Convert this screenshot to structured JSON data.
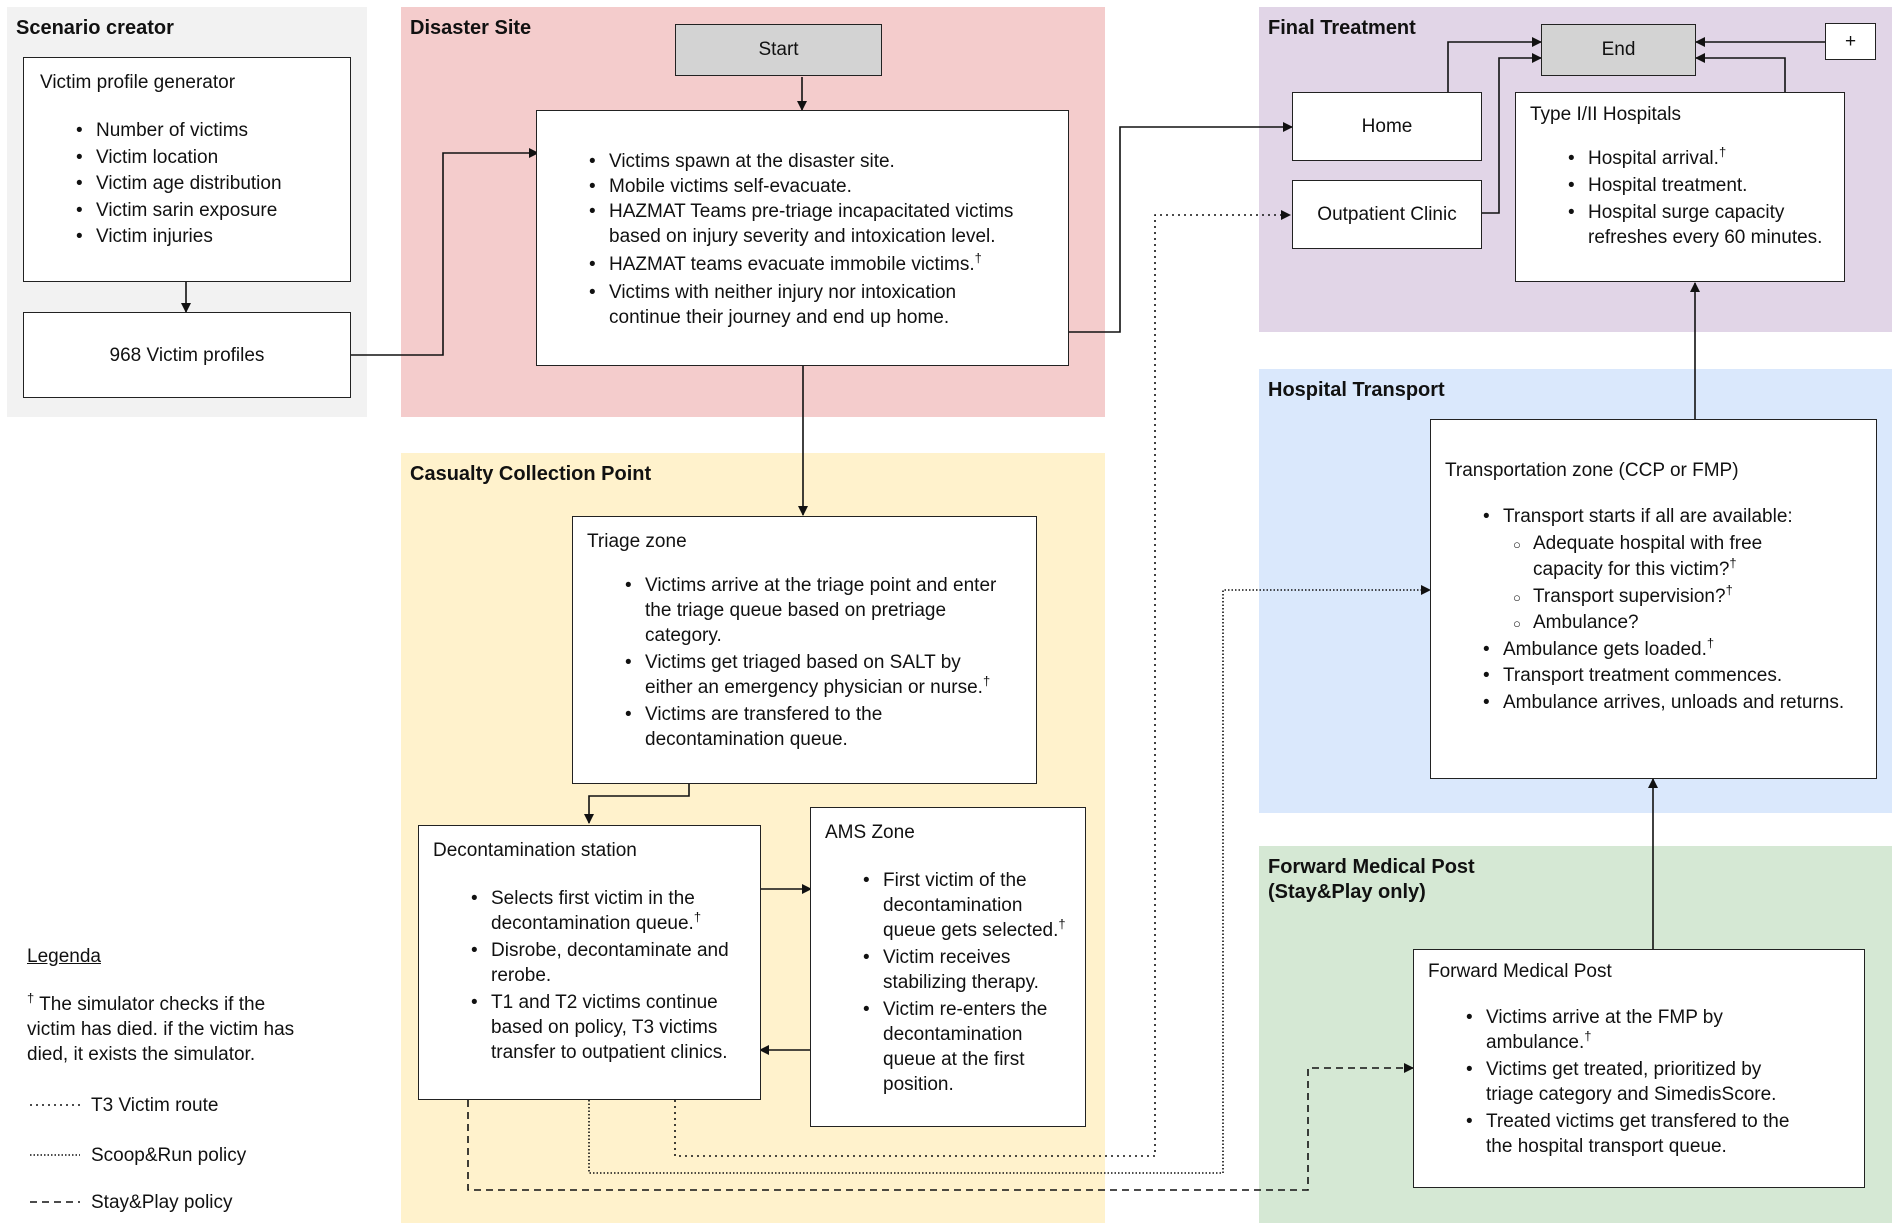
{
  "colors": {
    "scenario_bg": "#f2f2f2",
    "disaster_bg": "#f4cccc",
    "ccp_bg": "#fff2cc",
    "final_bg": "#e1d5e7",
    "transport_bg": "#dae8fc",
    "fmp_bg": "#d5e8d4",
    "node_gray": "#d3d3d3"
  },
  "regions": {
    "scenario": "Scenario creator",
    "disaster": "Disaster Site",
    "ccp": "Casualty Collection Point",
    "final": "Final Treatment",
    "transport": "Hospital Transport",
    "fmp_line1": "Forward Medical Post",
    "fmp_line2": "(Stay&Play only)"
  },
  "nodes": {
    "start": "Start",
    "end": "End",
    "death": "+",
    "victim_generator": {
      "title": "Victim profile generator",
      "items": [
        "Number of victims",
        "Victim location",
        "Victim age distribution",
        "Victim sarin exposure",
        "Victim injuries"
      ]
    },
    "victim_profiles": "968 Victim profiles",
    "disaster_box": {
      "items": [
        "Victims spawn at the disaster site.",
        "Mobile victims self-evacuate.",
        "HAZMAT Teams pre-triage incapacitated victims",
        "based on injury severity and intoxication level.",
        "HAZMAT teams evacuate immobile victims.",
        "Victims with neither injury nor intoxication",
        "continue their journey and end up home."
      ]
    },
    "home": "Home",
    "outpatient": "Outpatient Clinic",
    "hospitals": {
      "title": "Type I/II Hospitals",
      "items": [
        "Hospital arrival.",
        "Hospital treatment.",
        "Hospital surge capacity",
        "refreshes every 60 minutes."
      ]
    },
    "triage": {
      "title": "Triage zone",
      "items": [
        "Victims arrive at the triage point and enter",
        "the triage queue based on pretriage",
        "category.",
        "Victims get triaged based on SALT by",
        "either an emergency physician or nurse.",
        "Victims are transfered to the",
        "decontamination queue."
      ]
    },
    "decon": {
      "title": "Decontamination station",
      "items": [
        "Selects first victim in the",
        "decontamination queue.",
        "Disrobe, decontaminate and",
        "rerobe.",
        "T1 and T2 victims continue",
        "based on policy,  T3 victims",
        "transfer to outpatient clinics."
      ]
    },
    "ams": {
      "title": "AMS Zone",
      "items": [
        "First victim of the",
        "decontamination",
        "queue gets selected.",
        "Victim receives",
        "stabilizing therapy.",
        "Victim re-enters the",
        "decontamination",
        "queue at the first",
        "position."
      ]
    },
    "transport_zone": {
      "title": "Transportation zone (CCP or FMP)",
      "items": [
        "Transport starts if all are available:",
        "Adequate hospital with free",
        "capacity for this victim?",
        "Transport supervision?",
        "Ambulance?",
        "Ambulance gets loaded.",
        "Transport treatment commences.",
        "Ambulance arrives, unloads and returns."
      ]
    },
    "fmp_box": {
      "title": "Forward Medical Post",
      "items": [
        "Victims arrive at the FMP by",
        "ambulance.",
        "Victims get treated, prioritized by",
        "triage category and SimedisScore.",
        "Treated victims get transfered to the",
        "the hospital transport queue."
      ]
    }
  },
  "dagger": "†",
  "legend": {
    "title": "Legenda",
    "note_line1": "The simulator checks if the",
    "note_line2": "victim has died. if the victim has",
    "note_line3": "died, it exists the simulator.",
    "t3": "T3 Victim route",
    "scoop": "Scoop&Run policy",
    "stay": "Stay&Play policy"
  }
}
